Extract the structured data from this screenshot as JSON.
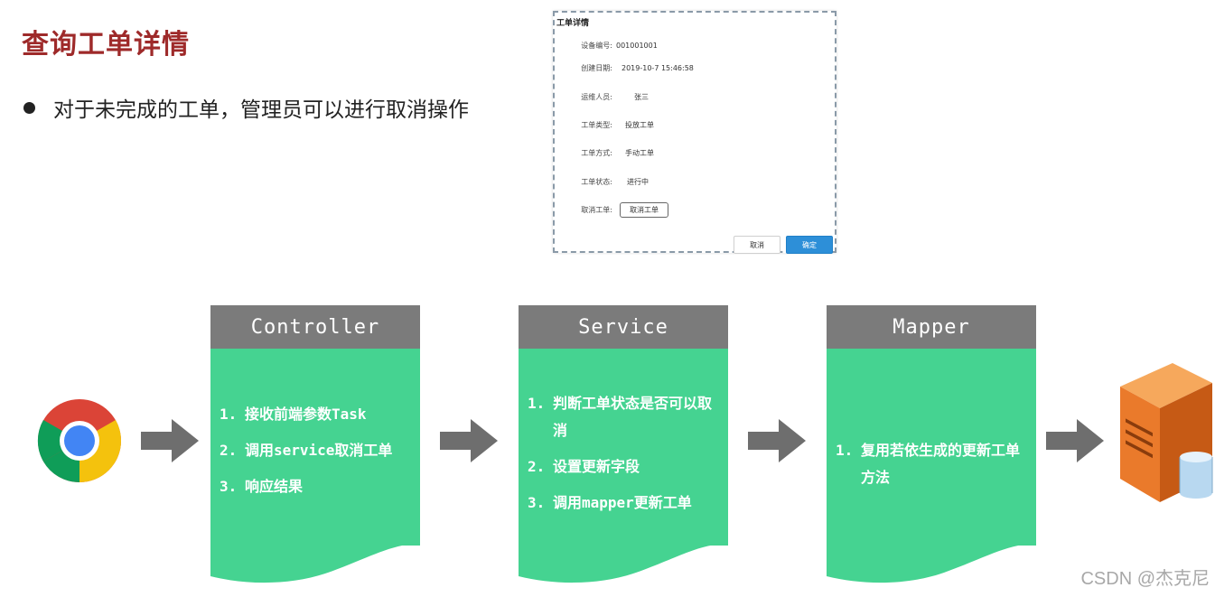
{
  "page": {
    "title": "查询工单详情",
    "bullet": "对于未完成的工单，管理员可以进行取消操作"
  },
  "dialog": {
    "title": "工单详情",
    "fields": [
      {
        "label": "设备编号:",
        "value": "001001001"
      },
      {
        "label": "创建日期:",
        "value": "2019-10-7 15:46:58"
      },
      {
        "label": "运维人员:",
        "value": "张三"
      },
      {
        "label": "工单类型:",
        "value": "投放工单"
      },
      {
        "label": "工单方式:",
        "value": "手动工单"
      },
      {
        "label": "工单状态:",
        "value": "进行中"
      }
    ],
    "cancel_row_label": "取消工单:",
    "cancel_row_button": "取消工单",
    "cancel_button": "取消",
    "ok_button": "确定"
  },
  "flow": {
    "stages": [
      {
        "name": "Controller",
        "items": [
          {
            "num": "1.",
            "text": "接收前端参数Task"
          },
          {
            "num": "2.",
            "text": "调用service取消工单"
          },
          {
            "num": "3.",
            "text": "响应结果"
          }
        ]
      },
      {
        "name": "Service",
        "items": [
          {
            "num": "1.",
            "text": "判断工单状态是否可以取消"
          },
          {
            "num": "2.",
            "text": "设置更新字段"
          },
          {
            "num": "3.",
            "text": "调用mapper更新工单"
          }
        ]
      },
      {
        "name": "Mapper",
        "items": [
          {
            "num": "1.",
            "text": "复用若依生成的更新工单方法"
          }
        ]
      }
    ],
    "colors": {
      "header": "#7b7b7b",
      "body": "#45d391",
      "arrow": "#6e6e6e"
    },
    "icons": {
      "start": "chrome-browser-icon",
      "end": "database-server-icon"
    }
  },
  "watermark": "CSDN @杰克尼"
}
